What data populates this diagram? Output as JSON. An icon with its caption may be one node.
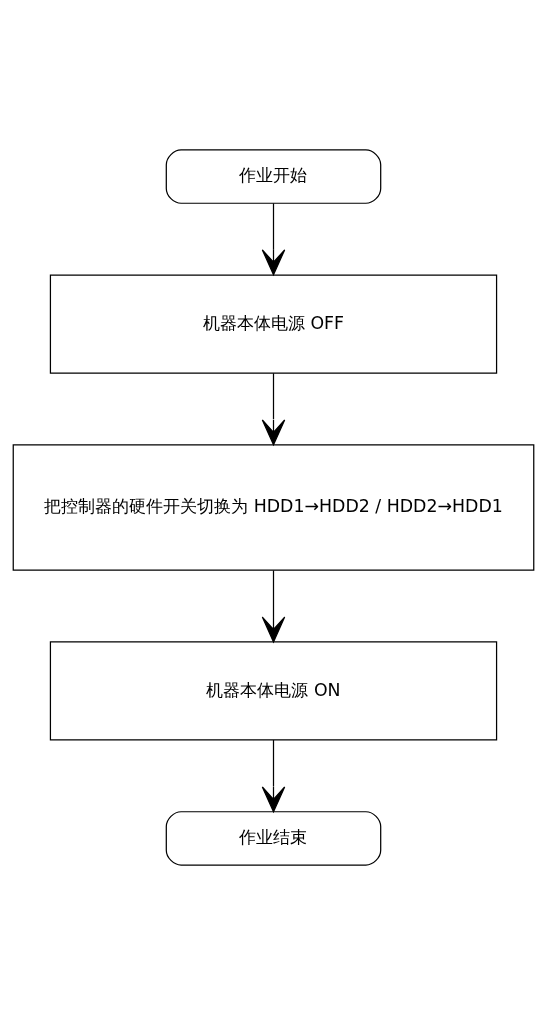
{
  "diagram": {
    "nodes": [
      {
        "text": [
          "作业开始"
        ]
      },
      {
        "text": [
          "机器本体电源 OFF"
        ]
      },
      {
        "text": [
          "把控制器的硬件开关切换为 HDD1→HDD2 / HDD2→HDD1"
        ]
      },
      {
        "text": [
          "机器本体电源 ON"
        ]
      },
      {
        "text": [
          "作业结束"
        ]
      }
    ],
    "edges": [
      {
        "from": 0,
        "to": 1,
        "arrow": "to"
      },
      {
        "from": 1,
        "to": 2,
        "arrow": "to"
      },
      {
        "from": 2,
        "to": 3,
        "arrow": "to"
      },
      {
        "from": 3,
        "to": 4,
        "arrow": "to"
      }
    ]
  }
}
